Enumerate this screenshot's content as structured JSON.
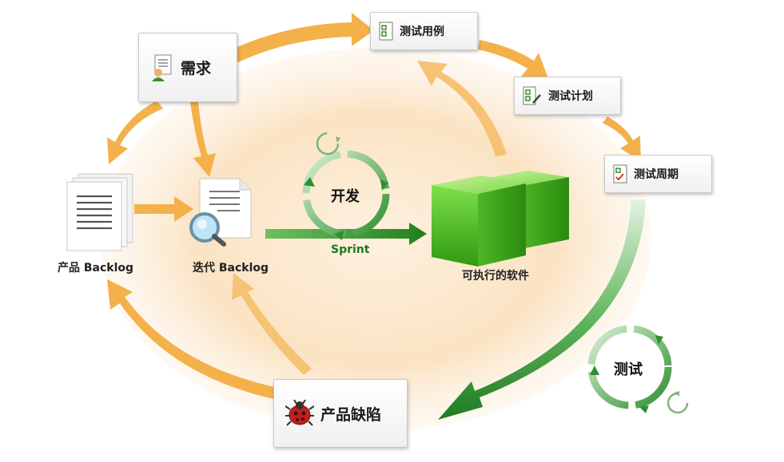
{
  "nodes": {
    "requirements": "需求",
    "test_cases": "测试用例",
    "test_plan": "测试计划",
    "test_cycle": "测试周期",
    "product_defects": "产品缺陷"
  },
  "labels": {
    "product_backlog": "产品 Backlog",
    "iteration_backlog": "迭代 Backlog",
    "develop": "开发",
    "sprint": "Sprint",
    "executable_software": "可执行的软件",
    "testing": "测试"
  },
  "colors": {
    "orange_arrow": "#f2aa3c",
    "green_arrow": "#2f8f2f",
    "ellipse_fill": "#fbe6cc",
    "green_cube": "#5cc22b"
  },
  "icons": {
    "requirements": "user-document-icon",
    "test_cases": "checklist-icon",
    "test_plan": "checklist-pencil-icon",
    "test_cycle": "checklist-cycle-icon",
    "product_defects": "bug-icon",
    "product_backlog": "document-stack-icon",
    "iteration_backlog": "document-search-icon",
    "executable_software": "cube-icon"
  }
}
